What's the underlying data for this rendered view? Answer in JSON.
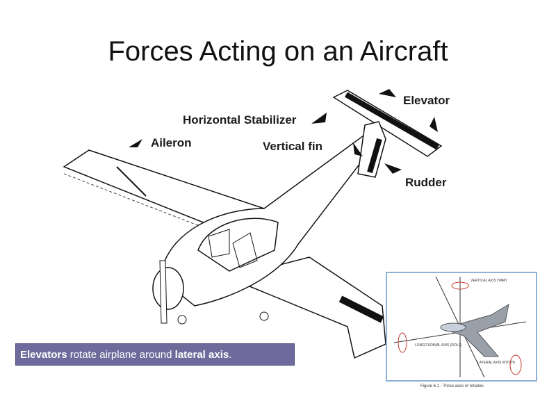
{
  "slide": {
    "title": "Forces Acting on an Aircraft"
  },
  "labels": {
    "elevator": "Elevator",
    "horizontal_stabilizer": "Horizontal Stabilizer",
    "aileron": "Aileron",
    "vertical_fin": "Vertical fin",
    "rudder": "Rudder"
  },
  "caption": {
    "part1": "Elevators",
    "part2": " rotate airplane around ",
    "part3": "lateral axis",
    "part4": "."
  },
  "inset": {
    "vertical_axis": "VERTICAL AXIS (YAW)",
    "longitudinal_axis": "LONGITUDINAL AXIS (ROLL)",
    "lateral_axis": "LATERAL AXIS (PITCH)",
    "figure_caption": "Figure 6.1 - Three axes of rotation."
  }
}
